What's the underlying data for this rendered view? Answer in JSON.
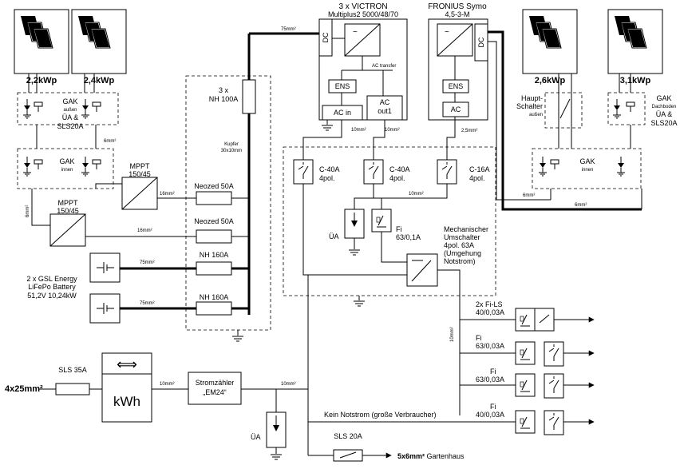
{
  "pv_left_1": "2,2kWp",
  "pv_left_2": "2,4kWp",
  "pv_right_1": "2,6kWp",
  "pv_right_2": "3,1kWp",
  "gak_left": {
    "title": "GAK",
    "l1": "außen",
    "l2": "ÜA &",
    "l3": "SLS20A"
  },
  "gak_right": {
    "title": "GAK",
    "l1": "Dachboden",
    "l2": "ÜA &",
    "l3": "SLS20A"
  },
  "gak_left_inner": {
    "title": "GAK",
    "l1": "innen"
  },
  "gak_right_inner": {
    "title": "GAK",
    "l1": "innen"
  },
  "haupt_schalter": {
    "l1": "Haupt-",
    "l2": "Schalter",
    "l3": "außen"
  },
  "mppt1": {
    "l1": "MPPT",
    "l2": "150/45"
  },
  "mppt2": {
    "l1": "MPPT",
    "l2": "150/45"
  },
  "nh100": {
    "l1": "3 x",
    "l2": "NH 100A"
  },
  "kupfer": {
    "l1": "Kupfer",
    "l2": "30x10mm"
  },
  "fuses": {
    "neozed1": "Neozed 50A",
    "neozed2": "Neozed 50A",
    "nh160a": "NH 160A",
    "nh160b": "NH 160A"
  },
  "battery": {
    "l1": "2 x GSL Energy",
    "l2": "LiFePo Battery",
    "l3": "51,2V 10,24kW"
  },
  "victron": {
    "l1": "3 x VICTRON",
    "l2": "Multiplus2 5000/48/70",
    "dc": "DC",
    "ac_transfer": "AC transfer",
    "ens": "ENS",
    "ac_in": "AC in",
    "ac_out1a": "AC",
    "ac_out1b": "out1"
  },
  "fronius": {
    "l1": "FRONIUS Symo",
    "l2": "4,5-3-M",
    "dc": "DC",
    "ens": "ENS",
    "ac": "AC"
  },
  "breakers": {
    "c40a_1": {
      "l1": "C-40A",
      "l2": "4pol."
    },
    "c40a_2": {
      "l1": "C-40A",
      "l2": "4pol."
    },
    "c16a": {
      "l1": "C-16A",
      "l2": "4pol."
    }
  },
  "ua_top": "ÜA",
  "fi_top": {
    "l1": "Fi",
    "l2": "63/0,1A"
  },
  "umschalter": {
    "l1": "Mechanischer",
    "l2": "Umschalter",
    "l3": "4pol. 63A",
    "l4": "(Umgehung",
    "l5": "Notstrom)"
  },
  "outputs": {
    "o1": {
      "l1": "2x Fi-LS",
      "l2": "40/0,03A"
    },
    "o2": {
      "l1": "Fi",
      "l2": "63/0,03A"
    },
    "o3": {
      "l1": "Fi",
      "l2": "63/0,03A"
    },
    "o4": {
      "l1": "Fi",
      "l2": "40/0,03A"
    }
  },
  "kein_notstrom": "Kein Notstrom (große Verbraucher)",
  "grid_in": "4x25mm²",
  "sls35a": "SLS 35A",
  "kwh": "kWh",
  "meter": {
    "l1": "Stromzähler",
    "l2": "„EM24“"
  },
  "ua_bottom": "ÜA",
  "sls20a": "SLS 20A",
  "gartenhaus": {
    "bold": "5x6mm²",
    "rest": " Gartenhaus"
  },
  "cables": {
    "c75_top": "75mm²",
    "c6_left": "6mm²",
    "c6_left_v": "6mm²",
    "c16_a": "16mm²",
    "c16_b": "16mm²",
    "c75_a": "75mm²",
    "c75_b": "75mm²",
    "c10_victron_in": "10mm²",
    "c10_victron_out": "10mm²",
    "c25_fronius": "2,5mm²",
    "c6_right_a": "6mm²",
    "c6_right_b": "6mm²",
    "c10_bus": "10mm²",
    "c10_vert": "10mm²",
    "c10_meter_a": "10mm²",
    "c10_meter_b": "10mm²"
  }
}
